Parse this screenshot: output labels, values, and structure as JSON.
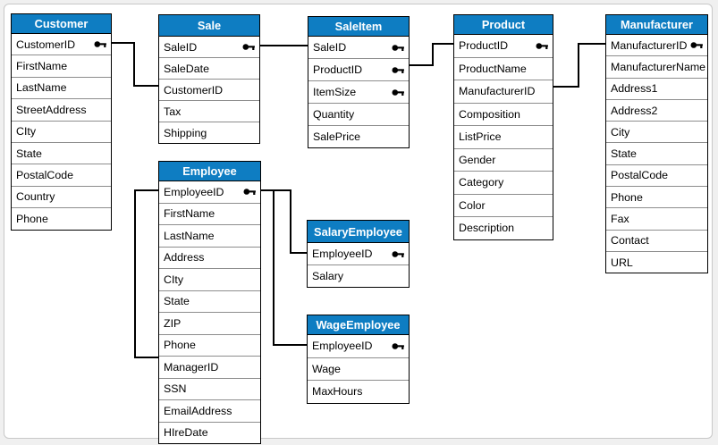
{
  "colors": {
    "page_background": "#f0f0f0",
    "canvas_background": "#ffffff",
    "table_header_bg": "#0e7dc2",
    "table_header_text": "#ffffff",
    "table_border": "#000000",
    "row_divider": "#8d8d8d",
    "connector": "#000000",
    "key_icon": "#000000"
  },
  "diagram": {
    "tables": [
      {
        "name": "Customer",
        "columns": [
          {
            "label": "CustomerID",
            "key": true
          },
          {
            "label": "FirstName",
            "key": false
          },
          {
            "label": "LastName",
            "key": false
          },
          {
            "label": "StreetAddress",
            "key": false
          },
          {
            "label": "CIty",
            "key": false
          },
          {
            "label": "State",
            "key": false
          },
          {
            "label": "PostalCode",
            "key": false
          },
          {
            "label": "Country",
            "key": false
          },
          {
            "label": "Phone",
            "key": false
          }
        ]
      },
      {
        "name": "Sale",
        "columns": [
          {
            "label": "SaleID",
            "key": true
          },
          {
            "label": "SaleDate",
            "key": false
          },
          {
            "label": "CustomerID",
            "key": false
          },
          {
            "label": "Tax",
            "key": false
          },
          {
            "label": "Shipping",
            "key": false
          }
        ]
      },
      {
        "name": "SaleItem",
        "columns": [
          {
            "label": "SaleID",
            "key": true
          },
          {
            "label": "ProductID",
            "key": true
          },
          {
            "label": "ItemSize",
            "key": true
          },
          {
            "label": "Quantity",
            "key": false
          },
          {
            "label": "SalePrice",
            "key": false
          }
        ]
      },
      {
        "name": "Product",
        "columns": [
          {
            "label": "ProductID",
            "key": true
          },
          {
            "label": "ProductName",
            "key": false
          },
          {
            "label": "ManufacturerID",
            "key": false
          },
          {
            "label": "Composition",
            "key": false
          },
          {
            "label": "ListPrice",
            "key": false
          },
          {
            "label": "Gender",
            "key": false
          },
          {
            "label": "Category",
            "key": false
          },
          {
            "label": "Color",
            "key": false
          },
          {
            "label": "Description",
            "key": false
          }
        ]
      },
      {
        "name": "Manufacturer",
        "columns": [
          {
            "label": "ManufacturerID",
            "key": true
          },
          {
            "label": "ManufacturerName",
            "key": false
          },
          {
            "label": "Address1",
            "key": false
          },
          {
            "label": "Address2",
            "key": false
          },
          {
            "label": "City",
            "key": false
          },
          {
            "label": "State",
            "key": false
          },
          {
            "label": "PostalCode",
            "key": false
          },
          {
            "label": "Phone",
            "key": false
          },
          {
            "label": "Fax",
            "key": false
          },
          {
            "label": "Contact",
            "key": false
          },
          {
            "label": "URL",
            "key": false
          }
        ]
      },
      {
        "name": "Employee",
        "columns": [
          {
            "label": "EmployeeID",
            "key": true
          },
          {
            "label": "FirstName",
            "key": false
          },
          {
            "label": "LastName",
            "key": false
          },
          {
            "label": "Address",
            "key": false
          },
          {
            "label": "CIty",
            "key": false
          },
          {
            "label": "State",
            "key": false
          },
          {
            "label": "ZIP",
            "key": false
          },
          {
            "label": "Phone",
            "key": false
          },
          {
            "label": "ManagerID",
            "key": false
          },
          {
            "label": "SSN",
            "key": false
          },
          {
            "label": "EmailAddress",
            "key": false
          },
          {
            "label": "HIreDate",
            "key": false
          }
        ]
      },
      {
        "name": "SalaryEmployee",
        "columns": [
          {
            "label": "EmployeeID",
            "key": true
          },
          {
            "label": "Salary",
            "key": false
          }
        ]
      },
      {
        "name": "WageEmployee",
        "columns": [
          {
            "label": "EmployeeID",
            "key": true
          },
          {
            "label": "Wage",
            "key": false
          },
          {
            "label": "MaxHours",
            "key": false
          }
        ]
      }
    ],
    "relationships": [
      {
        "from": "Customer.CustomerID",
        "to": "Sale.CustomerID"
      },
      {
        "from": "Sale.SaleID",
        "to": "SaleItem.SaleID"
      },
      {
        "from": "SaleItem.ProductID",
        "to": "Product.ProductID"
      },
      {
        "from": "Product.ManufacturerID",
        "to": "Manufacturer.ManufacturerID"
      },
      {
        "from": "Employee.EmployeeID",
        "to": "Employee.ManagerID"
      },
      {
        "from": "Employee.EmployeeID",
        "to": "SalaryEmployee.EmployeeID"
      },
      {
        "from": "Employee.EmployeeID",
        "to": "WageEmployee.EmployeeID"
      }
    ]
  }
}
